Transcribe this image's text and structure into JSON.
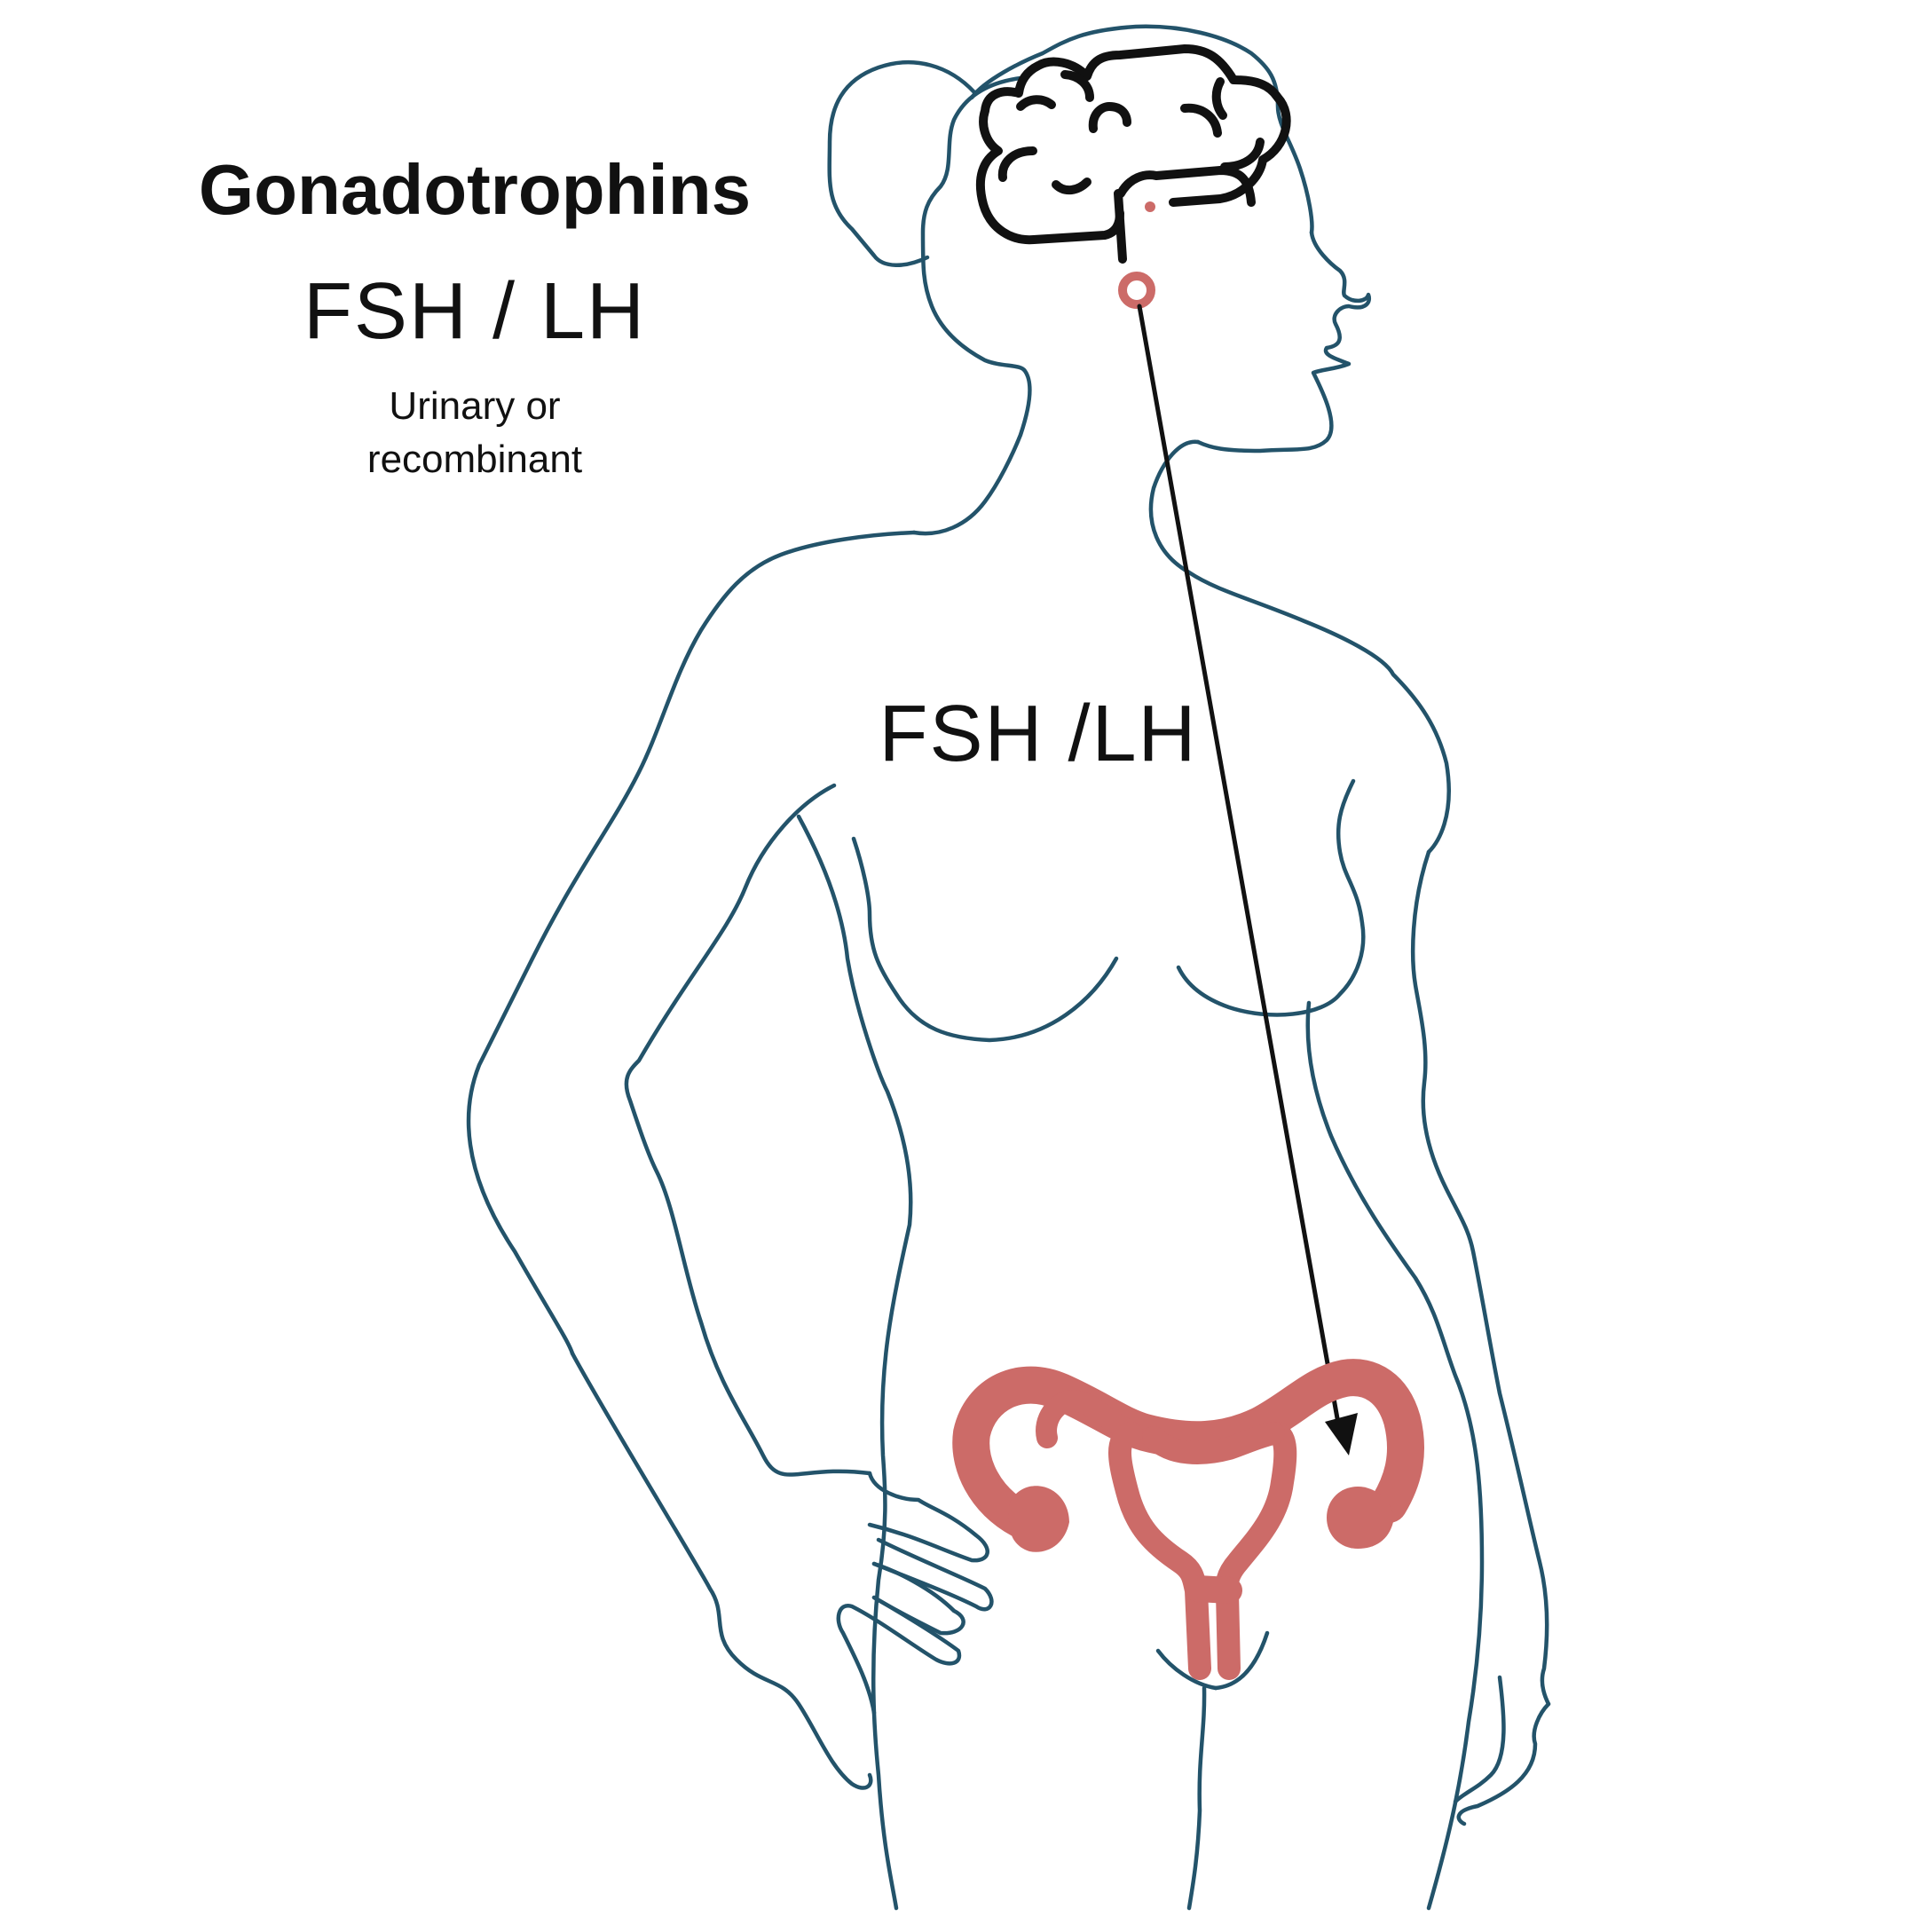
{
  "title": "Gonadotrophins",
  "hormone_label_top": "FSH / LH",
  "source_note": "Urinary or recombinant",
  "hormone_label_body": "FSH /LH",
  "colors": {
    "body_outline": "#23536a",
    "brain_outline": "#111111",
    "reproductive_organs": "#cc6b68",
    "arrow": "#111111",
    "text": "#111111",
    "background": "#ffffff"
  },
  "icons": {
    "brain": "brain-icon",
    "pituitary": "pituitary-gland-icon",
    "uterus": "uterus-ovaries-icon",
    "arrow": "arrow-down-icon"
  }
}
